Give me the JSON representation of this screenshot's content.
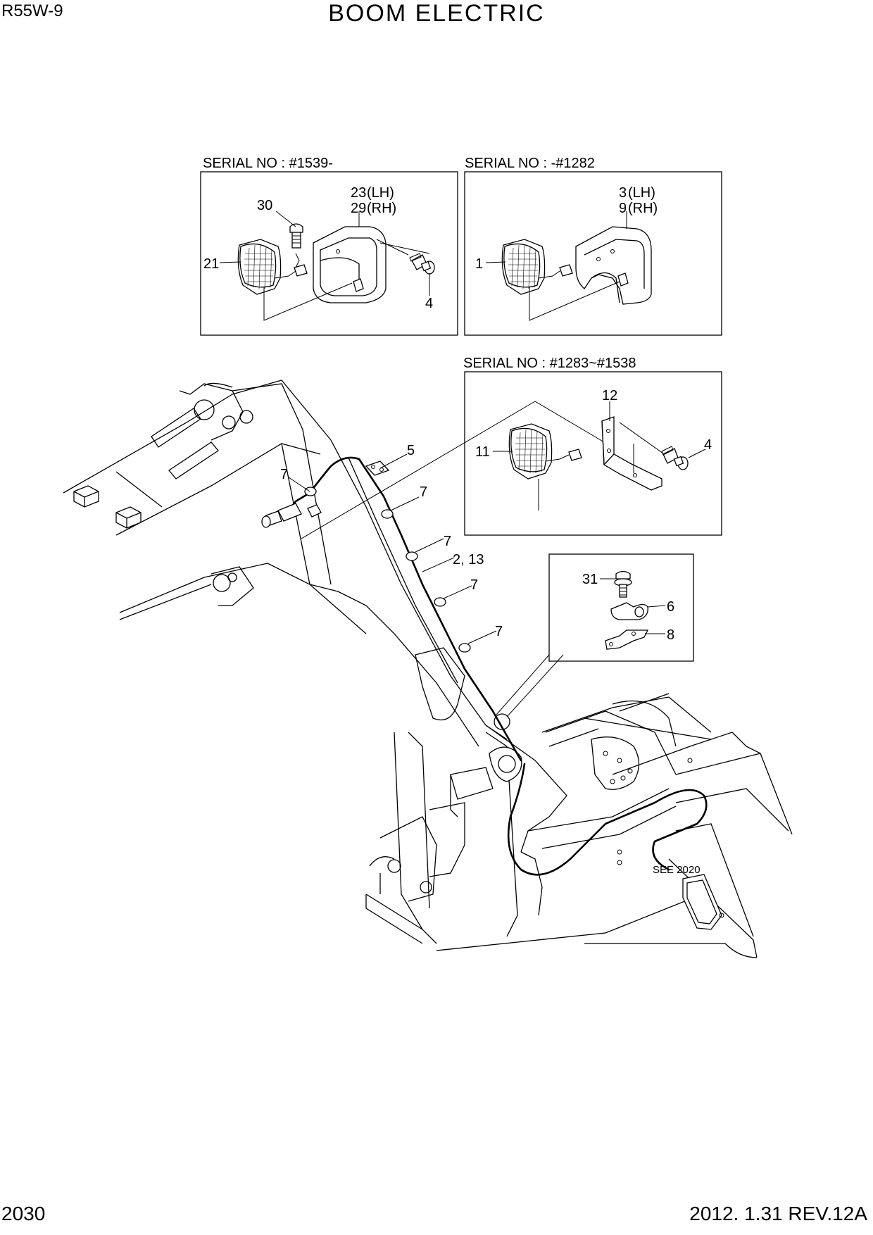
{
  "header": {
    "model": "R55W-9",
    "title": "BOOM ELECTRIC"
  },
  "footer": {
    "page_number": "2030",
    "revision": "2012. 1.31 REV.12A"
  },
  "insets": {
    "a": {
      "serial": "SERIAL NO : #1539-",
      "callouts": {
        "bolt": "30",
        "lamp": "21",
        "cover": "23",
        "cover_lh": "(LH)",
        "cover_alt": "29",
        "cover_rh": "(RH)",
        "screw": "4"
      }
    },
    "b": {
      "serial": "SERIAL NO : -#1282",
      "callouts": {
        "lamp": "1",
        "cover": "3",
        "cover_lh": "(LH)",
        "cover_alt": "9",
        "cover_rh": "(RH)"
      }
    },
    "c": {
      "serial": "SERIAL NO : #1283~#1538",
      "callouts": {
        "bracket": "12",
        "lamp": "11",
        "screw": "4"
      }
    },
    "d": {
      "callouts": {
        "bolt": "31",
        "clip": "6",
        "plate": "8"
      }
    }
  },
  "main_callouts": {
    "bracket": "5",
    "clamp": "7",
    "harness": "2, 13",
    "see_ref": "SEE 2020"
  }
}
